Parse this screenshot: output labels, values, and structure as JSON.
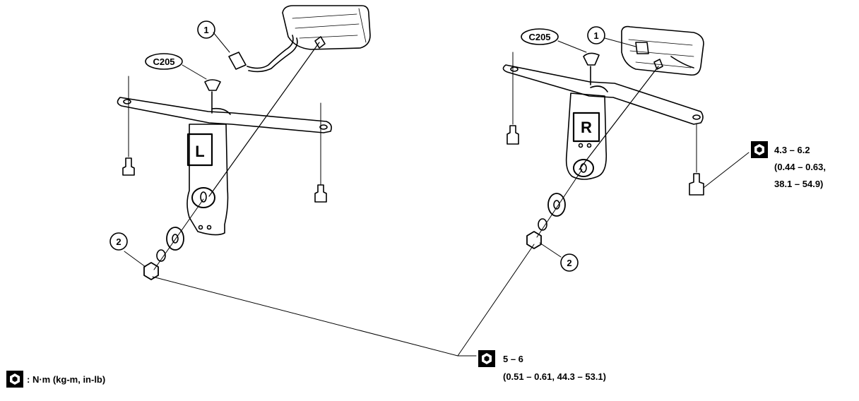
{
  "callouts": {
    "part_1": "1",
    "part_2": "2",
    "connector": "C205"
  },
  "side_marks": {
    "left": "L",
    "right": "R"
  },
  "torque_upper": {
    "line1": "4.3 – 6.2",
    "line2": "(0.44 – 0.63,",
    "line3": "38.1 – 54.9)"
  },
  "torque_lower": {
    "line1": "5 – 6",
    "line2": "(0.51 – 0.61, 44.3 – 53.1)"
  },
  "legend": {
    "units": ": N·m (kg-m, in-lb)"
  },
  "icons": [
    "torque-wrench-icon"
  ]
}
